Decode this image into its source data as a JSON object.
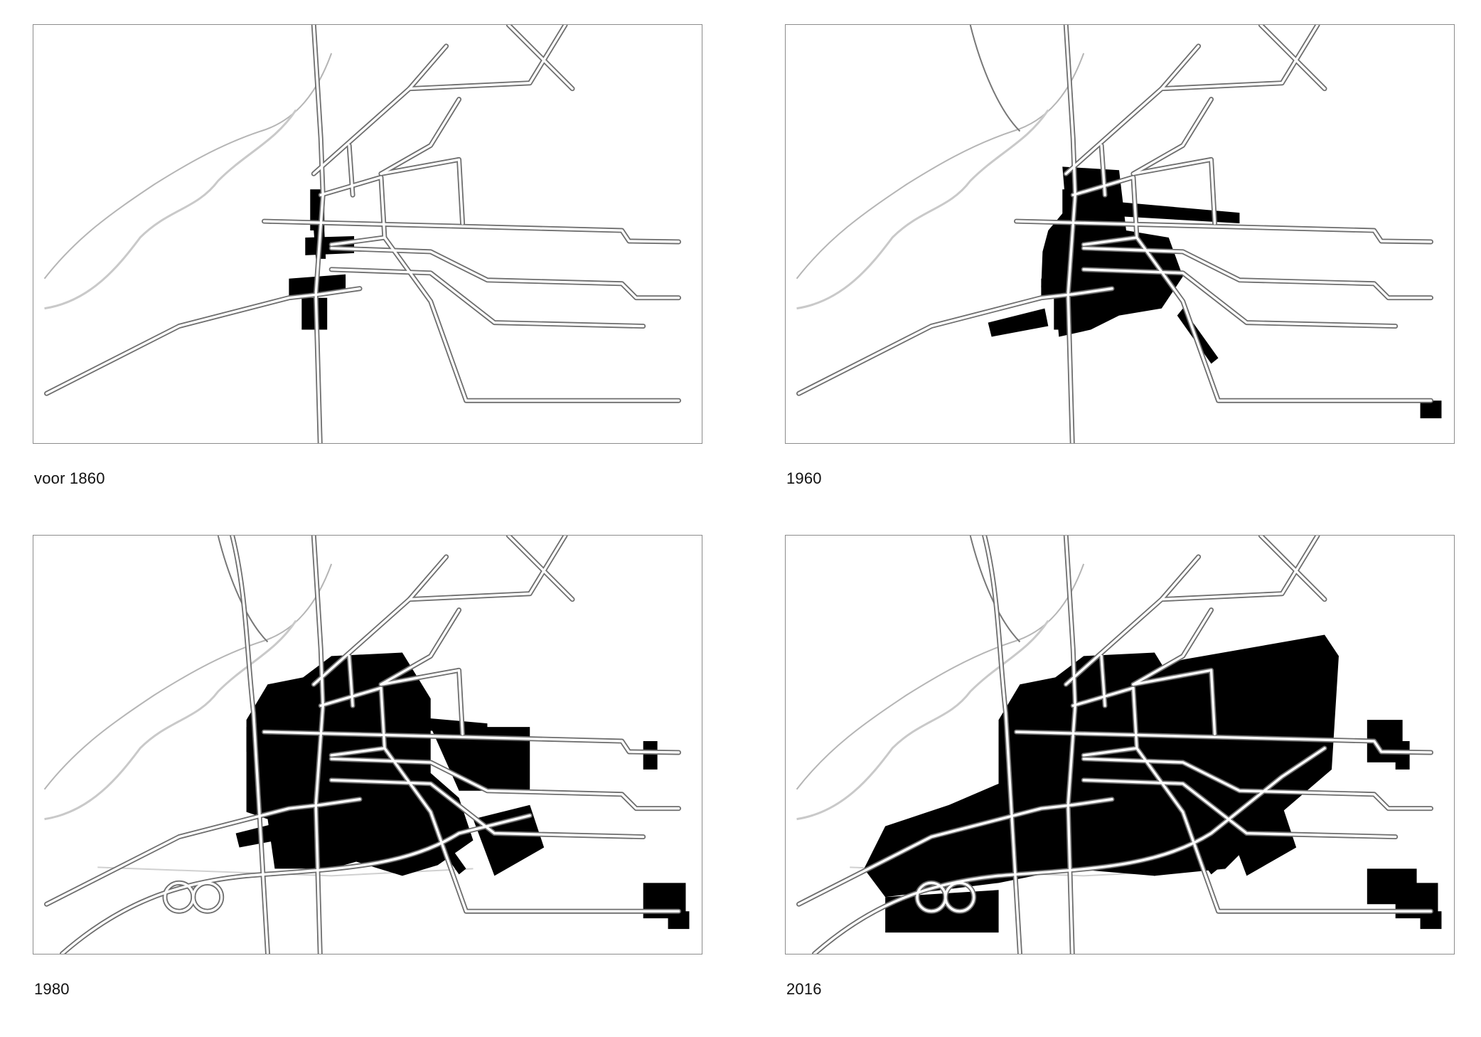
{
  "maps": [
    {
      "caption": "voor 1860",
      "stage": 1
    },
    {
      "caption": "1960",
      "stage": 2
    },
    {
      "caption": "1980",
      "stage": 3
    },
    {
      "caption": "2016",
      "stage": 4
    }
  ],
  "colors": {
    "built": "#000000",
    "road_outline": "#6e6e6e",
    "river": "#b5b5b5",
    "frame": "#8c8c8c"
  }
}
